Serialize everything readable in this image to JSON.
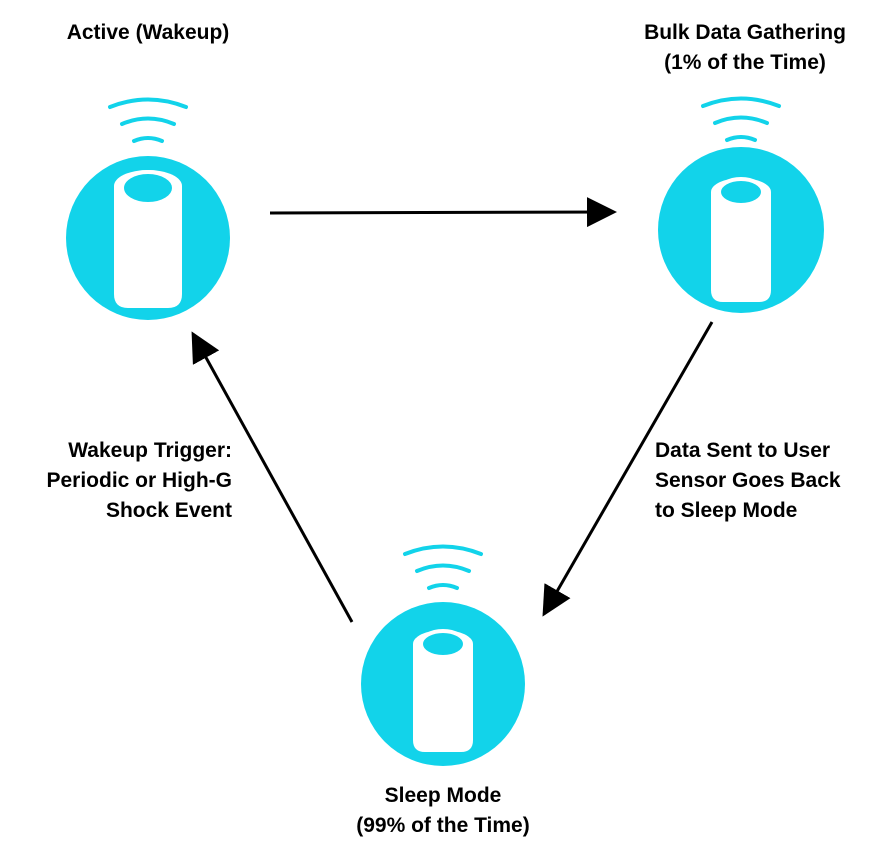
{
  "colors": {
    "device_fill": "#12d3ea",
    "device_body": "#ffffff",
    "signal": "#12d3ea",
    "arrow": "#000000",
    "text": "#000000"
  },
  "nodes": {
    "active": {
      "label_line1": "Active (Wakeup)",
      "icon": "sensor-device-icon"
    },
    "bulk": {
      "label_line1": "Bulk Data Gathering",
      "label_line2": "(1% of the Time)",
      "icon": "sensor-device-icon"
    },
    "sleep": {
      "label_line1": "Sleep Mode",
      "label_line2": "(99% of the Time)",
      "icon": "sensor-device-icon"
    }
  },
  "edges": {
    "wakeup": {
      "line1": "Wakeup Trigger:",
      "line2": "Periodic or High-G",
      "line3": "Shock Event"
    },
    "data_sent": {
      "line1": "Data Sent to User",
      "line2": "Sensor Goes Back",
      "line3": "to Sleep Mode"
    }
  }
}
